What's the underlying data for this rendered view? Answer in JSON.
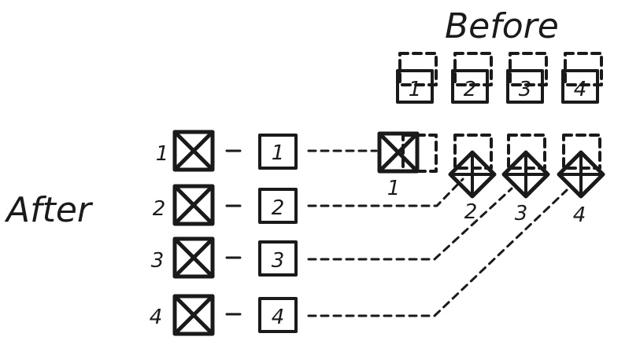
{
  "titles": {
    "before": "Before",
    "after": "After"
  },
  "before_row": {
    "labels": [
      "1",
      "2",
      "3",
      "4"
    ]
  },
  "middle_row": {
    "first_label": "1",
    "diamond_labels": [
      "2",
      "3",
      "4"
    ]
  },
  "after_rows": [
    {
      "row_label": "1",
      "box_label": "1"
    },
    {
      "row_label": "2",
      "box_label": "2"
    },
    {
      "row_label": "3",
      "box_label": "3"
    },
    {
      "row_label": "4",
      "box_label": "4"
    }
  ],
  "colors": {
    "ink": "#1a1a1a",
    "paper": "#ffffff"
  }
}
